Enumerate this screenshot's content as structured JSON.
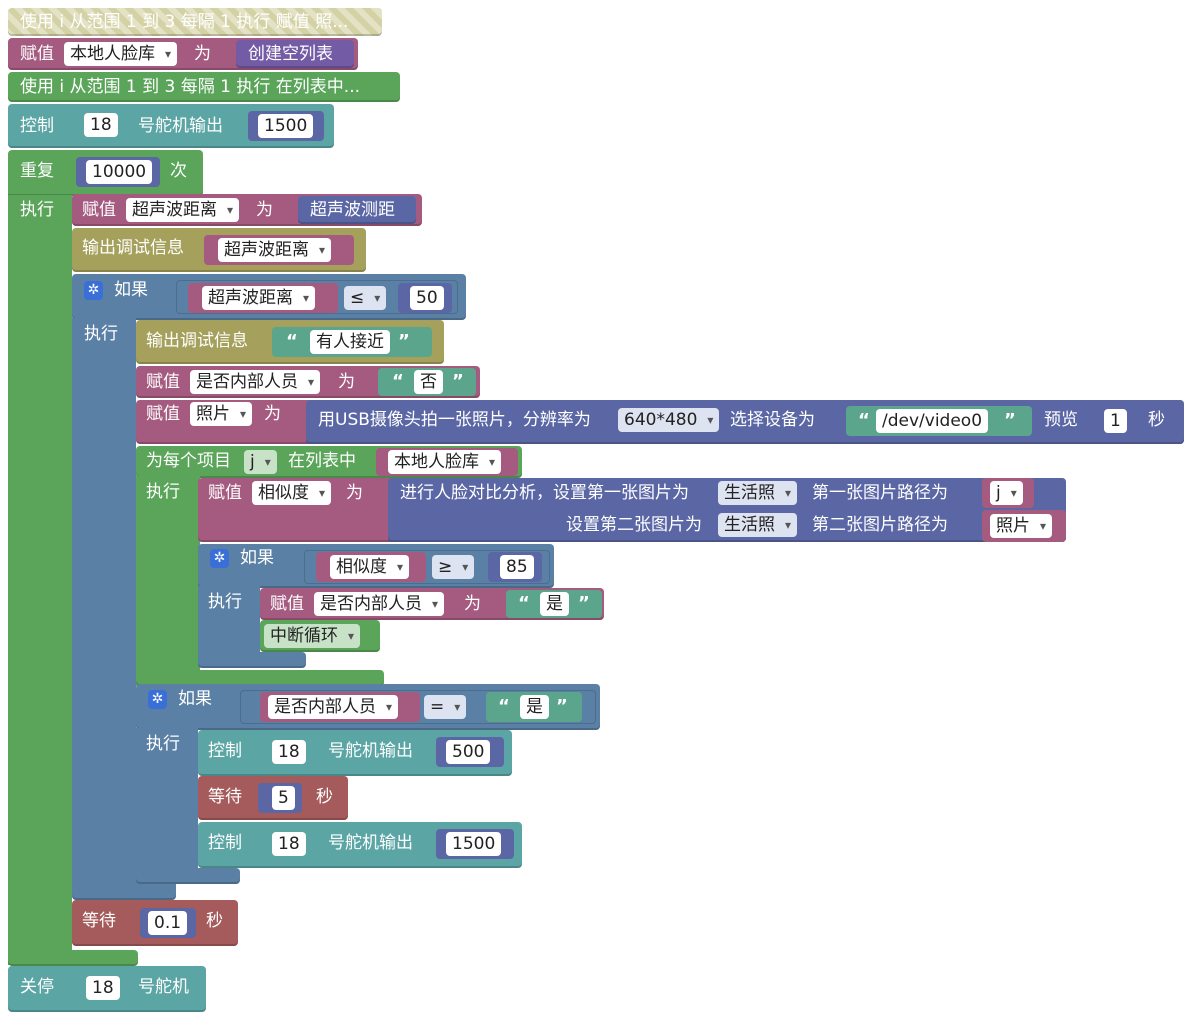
{
  "colors": {
    "loop_green": "#5ba55b",
    "loop_green_light": "#74b776",
    "var_pink": "#a55b80",
    "math_blue": "#5b67a5",
    "servo_teal": "#5ba5a5",
    "debug_olive": "#a5a05b",
    "logic_blue": "#5b80a5",
    "text_green": "#5ba58c",
    "wait_red": "#a55b5b",
    "list_purple": "#745ba5"
  },
  "blocks": {
    "loop1": {
      "label": "使用 i 从范围 1 到 3 每隔 1 执行 赋值 照..."
    },
    "assign_db": {
      "assign": "赋值",
      "var": "本地人脸库",
      "as": "为",
      "value": "创建空列表"
    },
    "loop2": {
      "label": "使用 i 从范围 1 到 3 每隔 1 执行 在列表中..."
    },
    "servo_init": {
      "label": "控制",
      "pin": "18",
      "mid": "号舵机输出",
      "value": "1500"
    },
    "repeat": {
      "label": "重复",
      "count": "10000",
      "times": "次",
      "do": "执行"
    },
    "assign_dist": {
      "assign": "赋值",
      "var": "超声波距离",
      "as": "为",
      "value": "超声波测距"
    },
    "debug_dist": {
      "label": "输出调试信息",
      "var": "超声波距离"
    },
    "if1": {
      "label": "如果",
      "var": "超声波距离",
      "op": "≤",
      "value": "50",
      "do": "执行"
    },
    "debug_text": {
      "label": "输出调试信息",
      "text": "有人接近"
    },
    "assign_member": {
      "assign": "赋值",
      "var": "是否内部人员",
      "as": "为",
      "text": "否"
    },
    "assign_photo": {
      "assign": "赋值",
      "var": "照片",
      "as": "为",
      "call": "用USB摄像头拍一张照片，分辨率为",
      "resolution": "640*480",
      "choose": "选择设备为",
      "device": "/dev/video0",
      "preview": "预览",
      "seconds": "1",
      "unit": "秒"
    },
    "foreach": {
      "label": "为每个项目",
      "item": "j",
      "in_list": "在列表中",
      "list": "本地人脸库",
      "do": "执行"
    },
    "assign_sim": {
      "assign": "赋值",
      "var": "相似度",
      "as": "为",
      "line1": "进行人脸对比分析，设置第一张图片为",
      "img1": "生活照",
      "path1": "第一张图片路径为",
      "path1_var": "j",
      "line2": "设置第二张图片为",
      "img2": "生活照",
      "path2": "第二张图片路径为",
      "path2_var": "照片"
    },
    "if2": {
      "label": "如果",
      "var": "相似度",
      "op": "≥",
      "value": "85",
      "do": "执行"
    },
    "assign_yes": {
      "assign": "赋值",
      "var": "是否内部人员",
      "as": "为",
      "text": "是"
    },
    "break": {
      "label": "中断循环"
    },
    "if3": {
      "label": "如果",
      "var": "是否内部人员",
      "op": "=",
      "text": "是",
      "do": "执行"
    },
    "servo_open": {
      "label": "控制",
      "pin": "18",
      "mid": "号舵机输出",
      "value": "500"
    },
    "wait5": {
      "label": "等待",
      "value": "5",
      "unit": "秒"
    },
    "servo_close": {
      "label": "控制",
      "pin": "18",
      "mid": "号舵机输出",
      "value": "1500"
    },
    "wait01": {
      "label": "等待",
      "value": "0.1",
      "unit": "秒"
    },
    "stop": {
      "label": "关停",
      "pin": "18",
      "unit": "号舵机"
    }
  }
}
